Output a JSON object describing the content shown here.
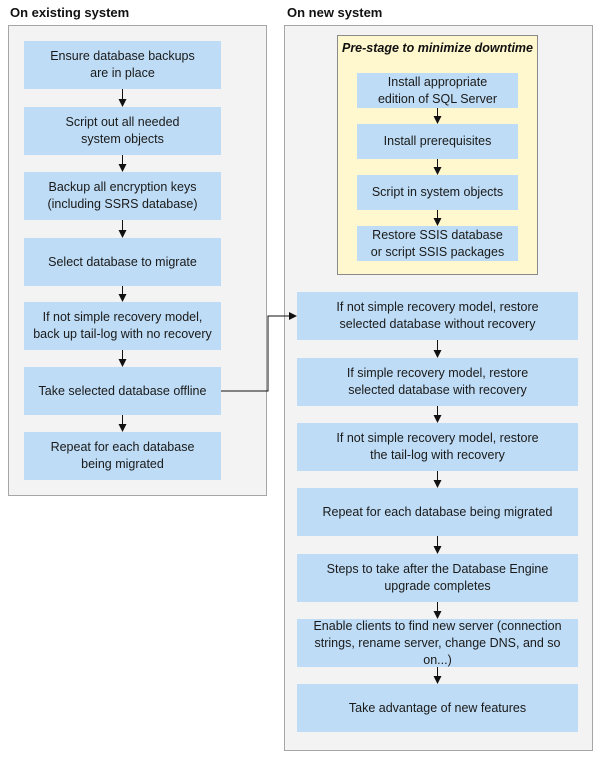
{
  "left_section": {
    "title": "On existing system",
    "steps": [
      "Ensure database backups\nare in place",
      "Script out all needed\nsystem objects",
      "Backup all encryption keys\n(including SSRS database)",
      "Select database to migrate",
      "If not simple recovery model,\nback up tail-log with no recovery",
      "Take selected database offline",
      "Repeat for each database\nbeing migrated"
    ]
  },
  "right_section": {
    "title": "On new system",
    "prestage": {
      "title": "Pre-stage to minimize downtime",
      "steps": [
        "Install appropriate\nedition of SQL Server",
        "Install prerequisites",
        "Script in system objects",
        "Restore SSIS database\nor script SSIS packages"
      ]
    },
    "steps": [
      "If not simple recovery model, restore\nselected database without recovery",
      "If simple recovery model, restore\nselected database with recovery",
      "If not simple recovery model, restore\nthe tail-log with recovery",
      "Repeat for each database being migrated",
      "Steps to take after the Database Engine\nupgrade completes",
      "Enable clients to find new server (connection\nstrings, rename server, change DNS, and so on...)",
      "Take advantage of new features"
    ]
  },
  "colors": {
    "step_fill": "#bedcf5",
    "panel_fill": "#f3f3f3",
    "prestage_fill": "#fff8cf",
    "arrow": "#111111"
  }
}
